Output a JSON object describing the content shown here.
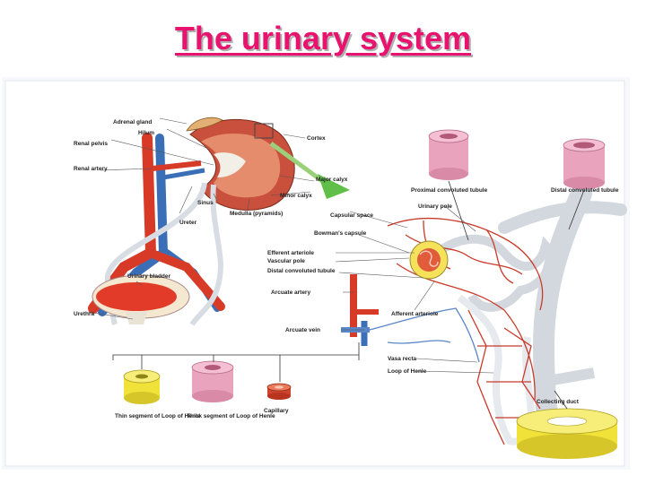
{
  "slide": {
    "title": "The urinary system"
  },
  "colors": {
    "title": "#e8136e",
    "artery": "#d83a28",
    "vein": "#3a6fb8",
    "bone": "#d9dde3",
    "tubule_pink": "#e9a3bd",
    "tubule_yellow": "#f1e23a",
    "capillary": "#c83a2a"
  },
  "labels": {
    "adrenal_gland": "Adrenal gland",
    "hilum": "Hilum",
    "renal_pelvis": "Renal pelvis",
    "renal_artery": "Renal artery",
    "cortex": "Cortex",
    "major_calyx": "Major calyx",
    "minor_calyx": "Minor calyx",
    "sinus": "Sinus",
    "medulla": "Medulla (pyramids)",
    "ureter": "Ureter",
    "urinary_bladder": "Urinary bladder",
    "urethra": "Urethra",
    "proximal_tubule": "Proximal convoluted tubule",
    "distal_tubule": "Distal convoluted tubule",
    "urinary_pole": "Urinary pole",
    "capsular_space": "Capsular space",
    "bowmans_capsule": "Bowman's capsule",
    "efferent_arteriole": "Efferent arteriole",
    "vascular_pole": "Vascular pole",
    "distal_tubule_2": "Distal convoluted tubule",
    "arcuate_artery": "Arcuate artery",
    "afferent_arteriole": "Afferent arteriole",
    "arcuate_vein": "Arcuate vein",
    "vasa_recta": "Vasa recta",
    "loop_of_henle": "Loop of Henle",
    "collecting_duct": "Collecting duct",
    "thin_segment": "Thin segment of Loop of Henle",
    "thick_segment": "Thick segment of Loop of Henle",
    "capillary": "Capillary"
  }
}
